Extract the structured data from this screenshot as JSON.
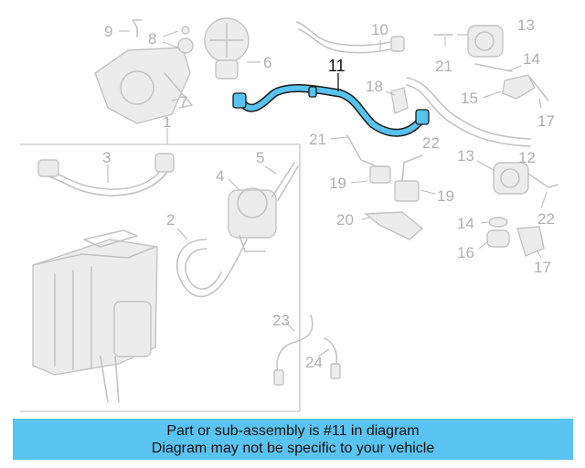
{
  "diagram": {
    "highlight_color": "#56c3f0",
    "callouts": {
      "c1": "1",
      "c2": "2",
      "c3": "3",
      "c4": "4",
      "c5": "5",
      "c6": "6",
      "c7": "7",
      "c8": "8",
      "c9": "9",
      "c10": "10",
      "c11": "11",
      "c12": "12",
      "c13a": "13",
      "c13b": "13",
      "c14a": "14",
      "c14b": "14",
      "c15": "15",
      "c16": "16",
      "c17a": "17",
      "c17b": "17",
      "c18": "18",
      "c19a": "19",
      "c19b": "19",
      "c20": "20",
      "c21a": "21",
      "c21b": "21",
      "c22a": "22",
      "c22b": "22",
      "c23": "23",
      "c24": "24"
    }
  },
  "caption": {
    "line1": "Part or sub-assembly is #11 in diagram",
    "line2": "Diagram may not be specific to your vehicle"
  }
}
